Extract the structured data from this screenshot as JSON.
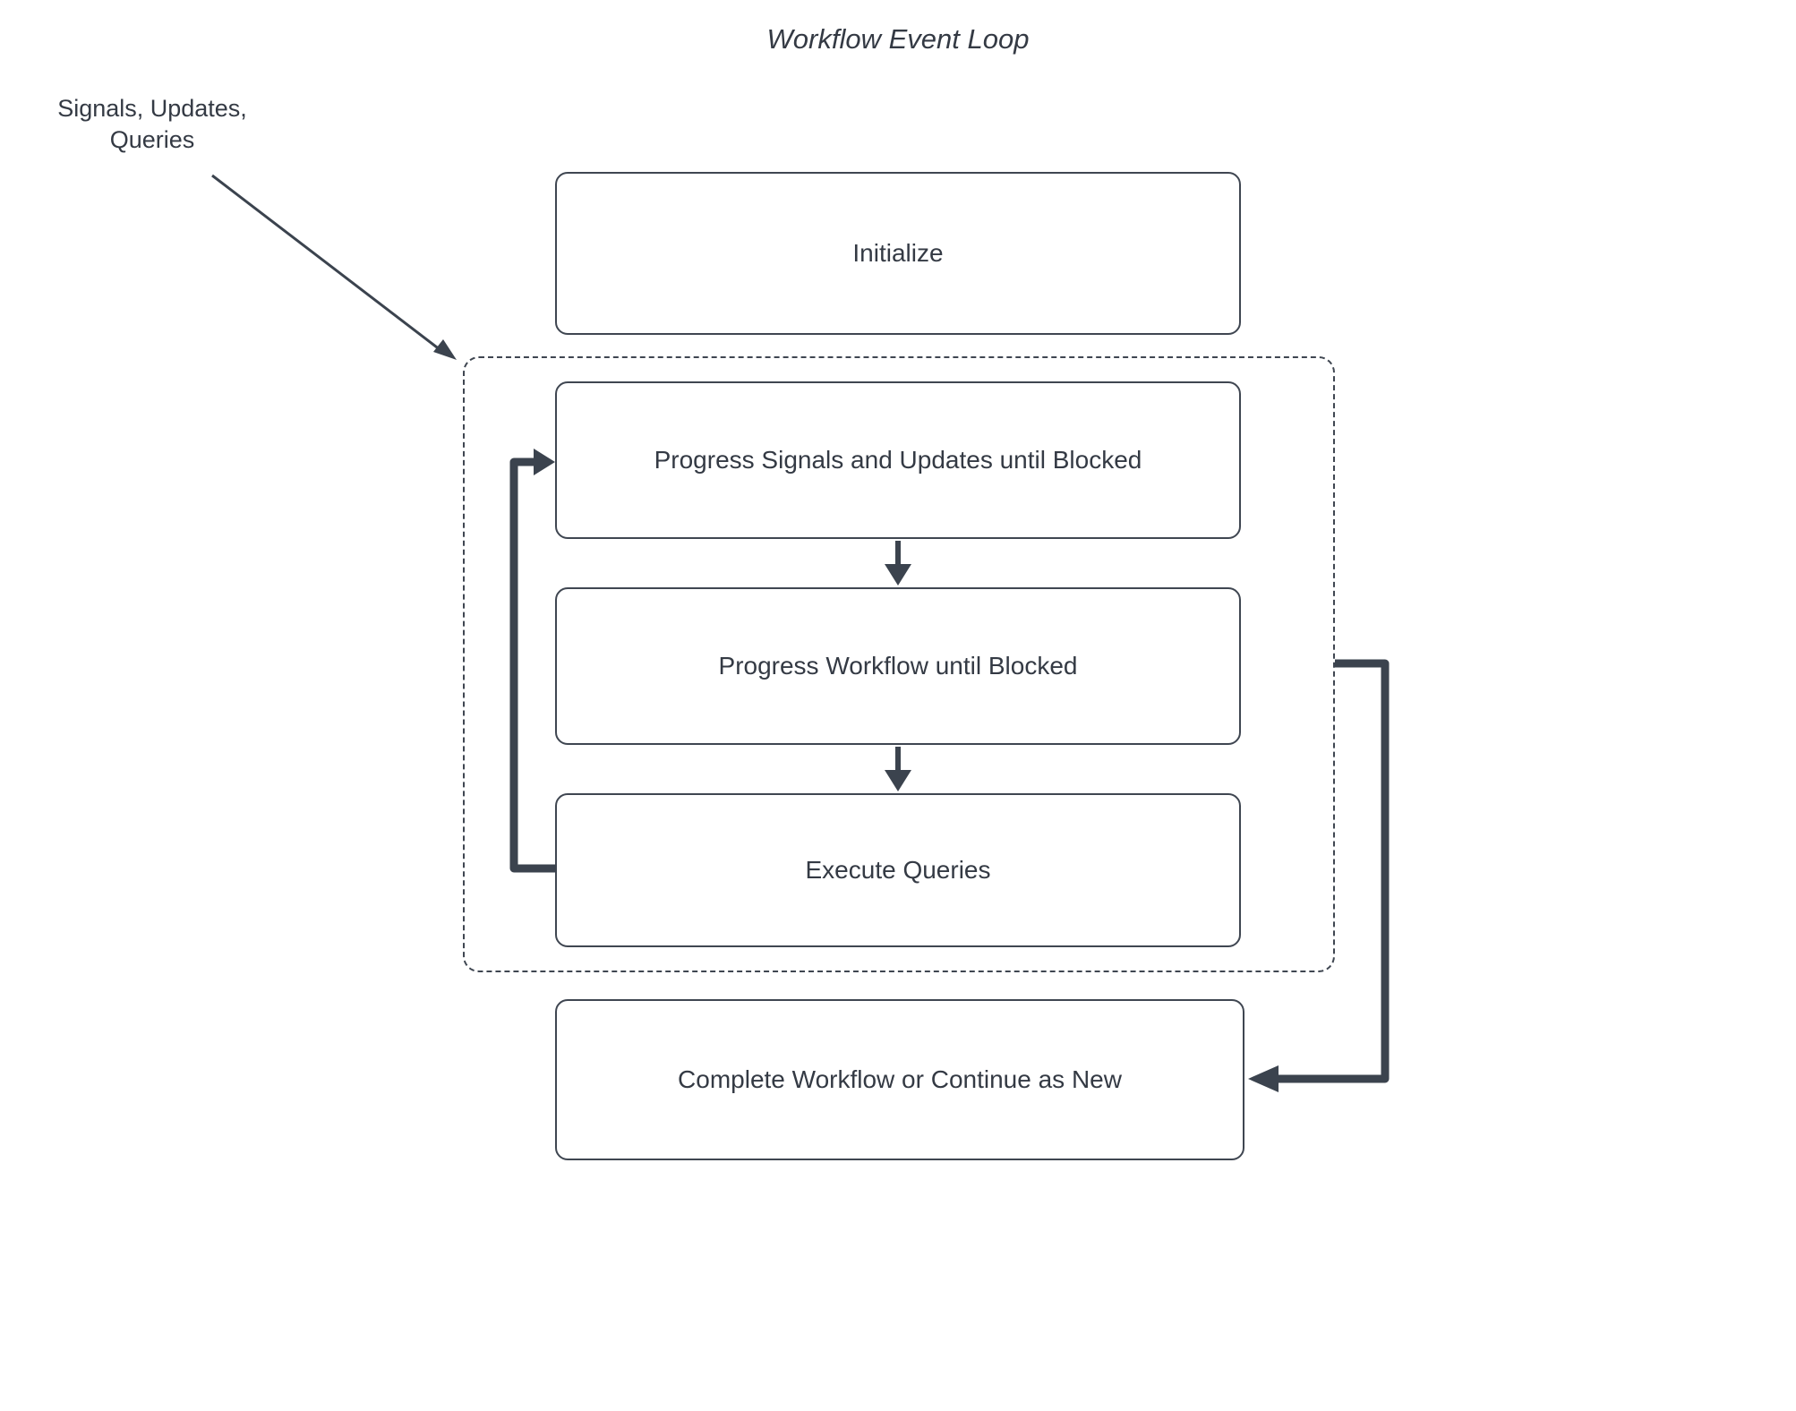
{
  "title": "Workflow Event Loop",
  "annotation": {
    "line1": "Signals, Updates,",
    "line2": "Queries"
  },
  "nodes": {
    "initialize": {
      "label": "Initialize"
    },
    "progress_signals": {
      "label": "Progress Signals and Updates until Blocked"
    },
    "progress_workflow": {
      "label": "Progress Workflow until Blocked"
    },
    "execute_queries": {
      "label": "Execute Queries"
    },
    "complete": {
      "label": "Complete Workflow or Continue as New"
    }
  },
  "arrows": [
    {
      "name": "signals-入-arrow",
      "from": "annotation",
      "to": "event-loop-group"
    },
    {
      "name": "signals-to-workflow-arrow",
      "from": "progress_signals",
      "to": "progress_workflow"
    },
    {
      "name": "workflow-to-queries-arrow",
      "from": "progress_workflow",
      "to": "execute_queries"
    },
    {
      "name": "loop-back-arrow",
      "from": "execute_queries",
      "to": "progress_signals"
    },
    {
      "name": "continue-arrow",
      "from": "event-loop-group",
      "to": "complete"
    }
  ],
  "colors": {
    "stroke": "#3b434e",
    "text": "#343a44",
    "background": "#ffffff",
    "box_border": "#3f4651"
  }
}
